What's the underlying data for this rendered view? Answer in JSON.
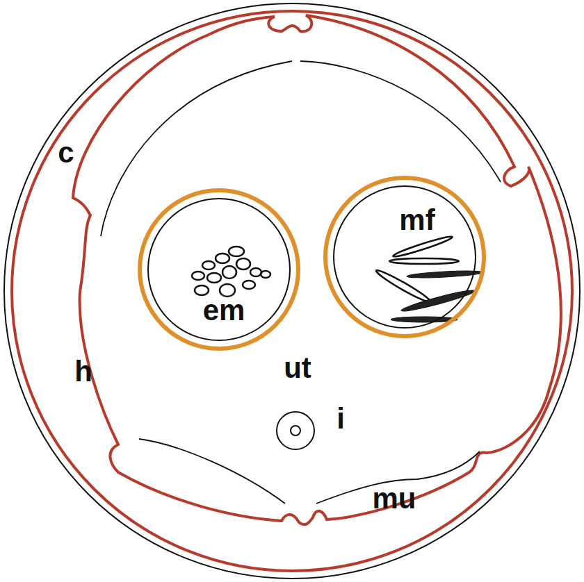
{
  "diagram": {
    "nodes": [
      {
        "text": [
          "em"
        ]
      },
      {
        "text": [
          "mf"
        ]
      }
    ],
    "labels": [
      "c",
      "h",
      "ut",
      "i",
      "mu"
    ]
  }
}
